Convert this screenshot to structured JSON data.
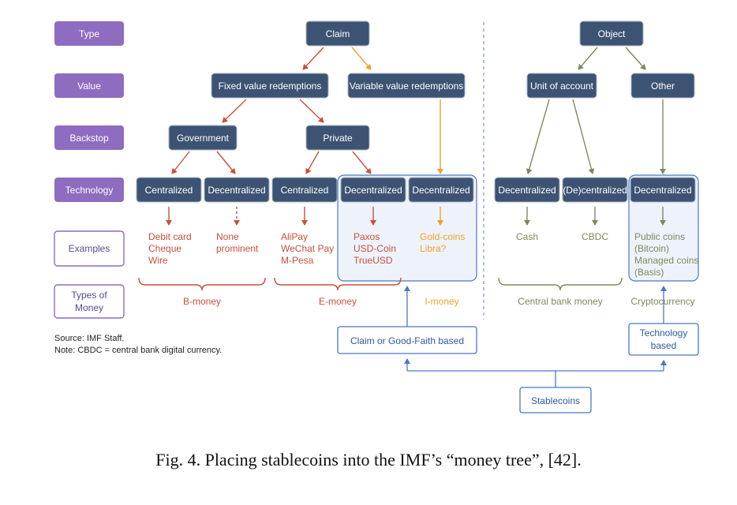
{
  "rows": {
    "type": "Type",
    "value": "Value",
    "backstop": "Backstop",
    "technology": "Technology",
    "examples": "Examples",
    "types_of_money": [
      "Types of",
      "Money"
    ]
  },
  "nodes": {
    "claim": "Claim",
    "object": "Object",
    "fixed_value": "Fixed value redemptions",
    "variable_value": "Variable value redemptions",
    "unit_of_account": "Unit of account",
    "other": "Other",
    "government": "Government",
    "private": "Private",
    "tech_centralized_1": "Centralized",
    "tech_decentralized_1": "Decentralized",
    "tech_centralized_2": "Centralized",
    "tech_decentralized_2": "Decentralized",
    "tech_decentralized_3": "Decentralized",
    "tech_decentralized_4": "Decentralized",
    "tech_decentralized_5": "(De)centralized",
    "tech_decentralized_6": "Decentralized"
  },
  "examples": {
    "gov_central": [
      "Debit card",
      "Cheque",
      "Wire"
    ],
    "gov_decentral": [
      "None",
      "prominent"
    ],
    "priv_central": [
      "AliPay",
      "WeChat Pay",
      "M-Pesa"
    ],
    "priv_decentral": [
      "Paxos",
      "USD-Coin",
      "TrueUSD"
    ],
    "variable": [
      "Gold-coins",
      "Libra?"
    ],
    "cash": [
      "Cash"
    ],
    "cbdc": [
      "CBDC"
    ],
    "crypto": [
      "Public coins",
      "(Bitcoin)",
      "Managed coins",
      "(Basis)"
    ]
  },
  "money_types": {
    "b_money": "B-money",
    "e_money": "E-money",
    "i_money": "I-money",
    "central_bank": "Central bank money",
    "crypto": "Cryptocurrency"
  },
  "notes": {
    "source": "Source: IMF Staff.",
    "note": "Note: CBDC = central bank digital currency."
  },
  "stablecoin_boxes": {
    "claim_based": "Claim or Good-Faith based",
    "tech_based": [
      "Technology",
      "based"
    ],
    "stablecoins": "Stablecoins"
  },
  "caption": "Fig. 4.  Placing stablecoins into the IMF’s “money tree”, [42].",
  "colors": {
    "purple": "#8e6cc0",
    "navy": "#3d5373",
    "red": "#c8503a",
    "orange": "#f0a02a",
    "olive": "#7d8a5a",
    "blue": "#4a78c2",
    "highlight": "#eef3fb"
  }
}
